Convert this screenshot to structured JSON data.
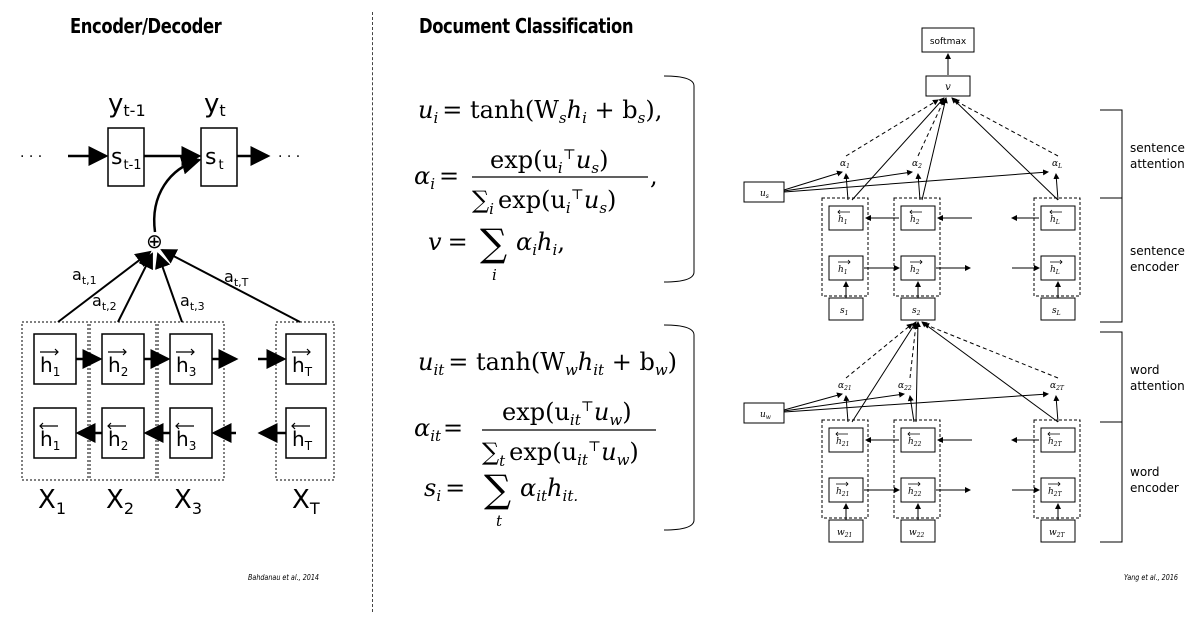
{
  "titles": {
    "left": "Encoder/Decoder",
    "middle": "Document Classification"
  },
  "citations": {
    "left": "Bahdanau et al., 2014",
    "right": "Yang et al., 2016"
  },
  "encoder_decoder": {
    "dots_left": "· · ·",
    "dots_right": "· · ·",
    "y_prev": "y",
    "y_prev_sub": "t-1",
    "y_cur": "y",
    "y_cur_sub": "t",
    "s_prev": "s",
    "s_prev_sub": "t-1",
    "s_cur": "s",
    "s_cur_sub": "t",
    "plus": "⊕",
    "alphas": [
      "a",
      "a",
      "a",
      "a"
    ],
    "alpha_subs": [
      "t,1",
      "t,2",
      "t,3",
      "t,T"
    ],
    "hidden_label": "h",
    "hidden_subs": [
      "1",
      "2",
      "3",
      "T"
    ],
    "x_label": "X",
    "x_subs": [
      "1",
      "2",
      "3",
      "T"
    ]
  },
  "equations": {
    "sentence": {
      "u_lhs": "u",
      "u_lhs_sub": "i",
      "u_rhs": "= tanh(W",
      "u_rhs_sub1": "s",
      "u_rhs_mid": "h",
      "u_rhs_sub2": "i",
      "u_rhs_end": " + b",
      "u_rhs_sub3": "s",
      "u_rhs_close": "),",
      "alpha_lhs": "α",
      "alpha_lhs_sub": "i",
      "alpha_num": "exp(u",
      "alpha_num_sub": "i",
      "alpha_num_end": "u",
      "alpha_num_end_sub": "s",
      "alpha_num_close": ")",
      "alpha_den": "exp(u",
      "alpha_den_sub": "i",
      "alpha_den_end": "u",
      "alpha_den_end_sub": "s",
      "alpha_den_close": ")",
      "alpha_sum_sub": "i",
      "v_lhs": "v",
      "v_rhs": "α",
      "v_rhs_sub": "i",
      "v_rhs_h": "h",
      "v_rhs_h_sub": "i",
      "v_sum_sub": "i"
    },
    "word": {
      "u_lhs": "u",
      "u_lhs_sub": "it",
      "u_rhs": "= tanh(W",
      "u_rhs_sub1": "w",
      "u_rhs_mid": "h",
      "u_rhs_sub2": "it",
      "u_rhs_end": " + b",
      "u_rhs_sub3": "w",
      "u_rhs_close": ")",
      "alpha_lhs": "α",
      "alpha_lhs_sub": "it",
      "alpha_num": "exp(u",
      "alpha_num_sub": "it",
      "alpha_num_end": "u",
      "alpha_num_end_sub": "w",
      "alpha_num_close": ")",
      "alpha_den": "exp(u",
      "alpha_den_sub": "it",
      "alpha_den_end": "u",
      "alpha_den_end_sub": "w",
      "alpha_den_close": ")",
      "alpha_sum_sub": "t",
      "s_lhs": "s",
      "s_lhs_sub": "i",
      "s_rhs": "α",
      "s_rhs_sub": "it",
      "s_rhs_h": "h",
      "s_rhs_h_sub": "it.",
      "s_sum_sub": "t"
    }
  },
  "han": {
    "softmax": "softmax",
    "v": "v",
    "us": "u",
    "us_sub": "s",
    "uw": "u",
    "uw_sub": "w",
    "sent_alphas": [
      "α",
      "α",
      "α"
    ],
    "sent_alpha_subs": [
      "1",
      "2",
      "L"
    ],
    "word_alphas": [
      "α",
      "α",
      "α"
    ],
    "word_alpha_subs": [
      "21",
      "22",
      "2T"
    ],
    "sent_h_subs": [
      "1",
      "2",
      "L"
    ],
    "word_h_subs": [
      "21",
      "22",
      "2T"
    ],
    "s_inputs": [
      "s",
      "s",
      "s"
    ],
    "s_input_subs": [
      "1",
      "2",
      "L"
    ],
    "w_inputs": [
      "w",
      "w",
      "w"
    ],
    "w_input_subs": [
      "21",
      "22",
      "2T"
    ],
    "h": "h",
    "labels": {
      "sentence_attention": [
        "sentence",
        "attention"
      ],
      "sentence_encoder": [
        "sentence",
        "encoder"
      ],
      "word_attention": [
        "word",
        "attention"
      ],
      "word_encoder": [
        "word",
        "encoder"
      ]
    }
  }
}
